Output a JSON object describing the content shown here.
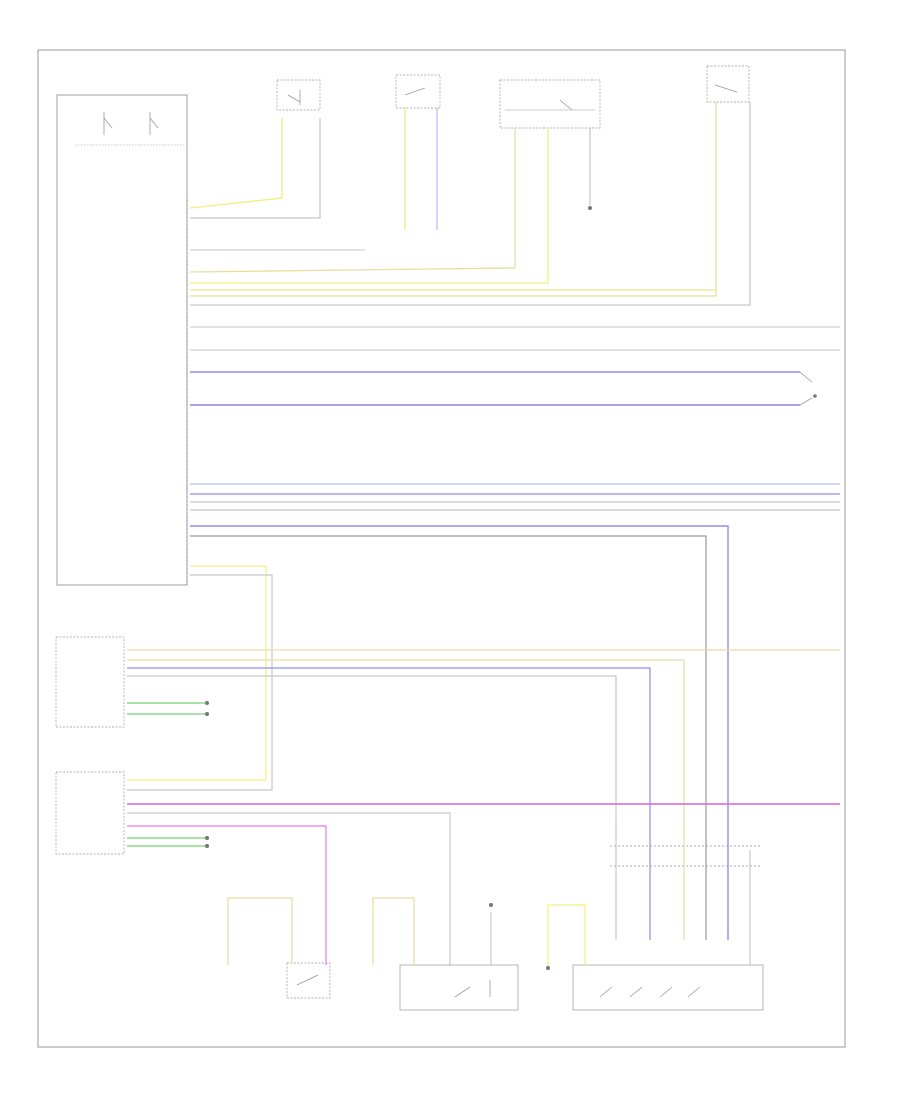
{
  "diagram": {
    "page_code": "",
    "wire_colors": {
      "yellow": "#f2ef7e",
      "yellow_green": "#e8eb86",
      "tan": "#e9dda0",
      "blue": "#8d8df0",
      "violet_blue": "#8b83ea",
      "magenta": "#d764d8",
      "pink": "#ee8cee",
      "green": "#8cdc8c",
      "gray": "#c8c8c8",
      "dark_gray": "#9a9a9a",
      "light_blue": "#b7bff3"
    },
    "components": [
      {
        "id": "module-main",
        "label": ""
      },
      {
        "id": "module-left",
        "label": ""
      },
      {
        "id": "module-lower-left",
        "label": ""
      },
      {
        "id": "switch-top-1",
        "label": ""
      },
      {
        "id": "switch-top-2",
        "label": ""
      },
      {
        "id": "switch-top-3",
        "label": ""
      },
      {
        "id": "switch-top-4",
        "label": ""
      },
      {
        "id": "switch-bottom-1",
        "label": ""
      },
      {
        "id": "switch-bottom-2",
        "label": ""
      },
      {
        "id": "switch-bottom-3",
        "label": ""
      }
    ]
  }
}
